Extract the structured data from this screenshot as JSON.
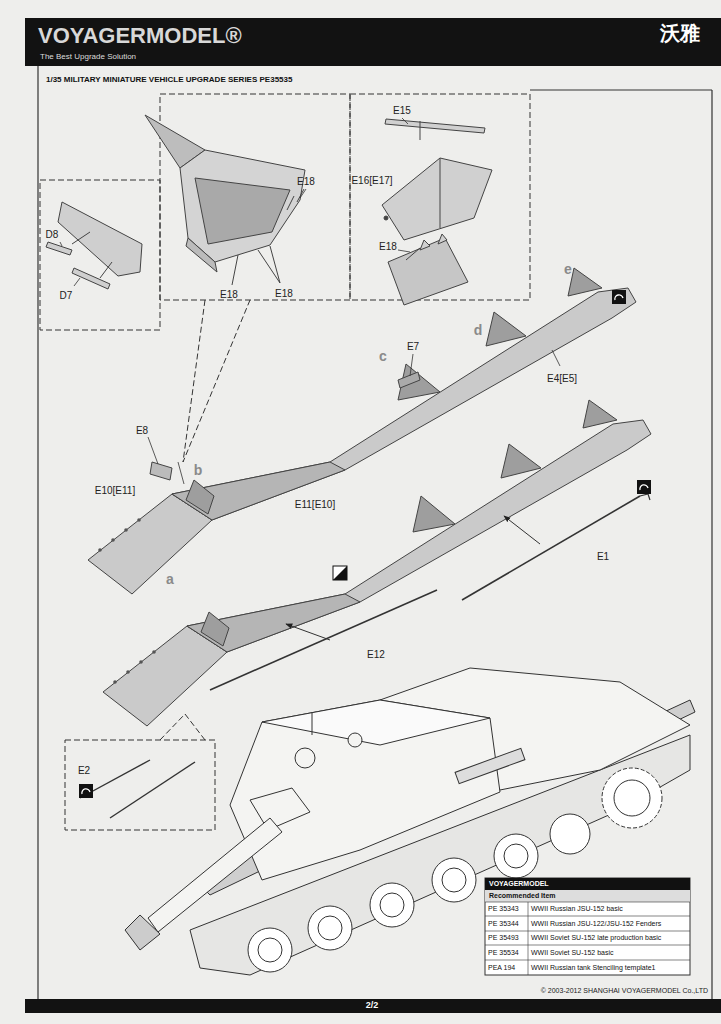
{
  "diagram": {
    "title": "1/35 MILITARY MINIATURE VEHICLE UPGRADE SERIES PE35535",
    "labels": [
      "VOYAGERMODEL®",
      "The Best Upgrade Solution",
      "沃雅",
      "E18",
      "E15",
      "E16[E17]",
      "D8",
      "D7",
      "E18",
      "E18",
      "E18",
      "e",
      "E7",
      "d",
      "c",
      "E4[E5]",
      "E8",
      "b",
      "E10[E11]",
      "E11[E10]",
      "a",
      "E1",
      "E12",
      "E2",
      "VOYAGERMODEL",
      "Recommended Item",
      "PE 35343",
      "WWII Russian JSU-152 basic",
      "PE 35344",
      "WWII Russian JSU-122/JSU-152 Fenders",
      "PE 35493",
      "WWII Soviet SU-152 late production basic",
      "PE 35534",
      "WWII Soviet SU-152 basic",
      "PEA 194",
      "WWII Russian tank Stenciling template1",
      "2/2",
      "© 2003-2012 SHANGHAI VOYAGERMODEL Co.,LTD"
    ]
  }
}
